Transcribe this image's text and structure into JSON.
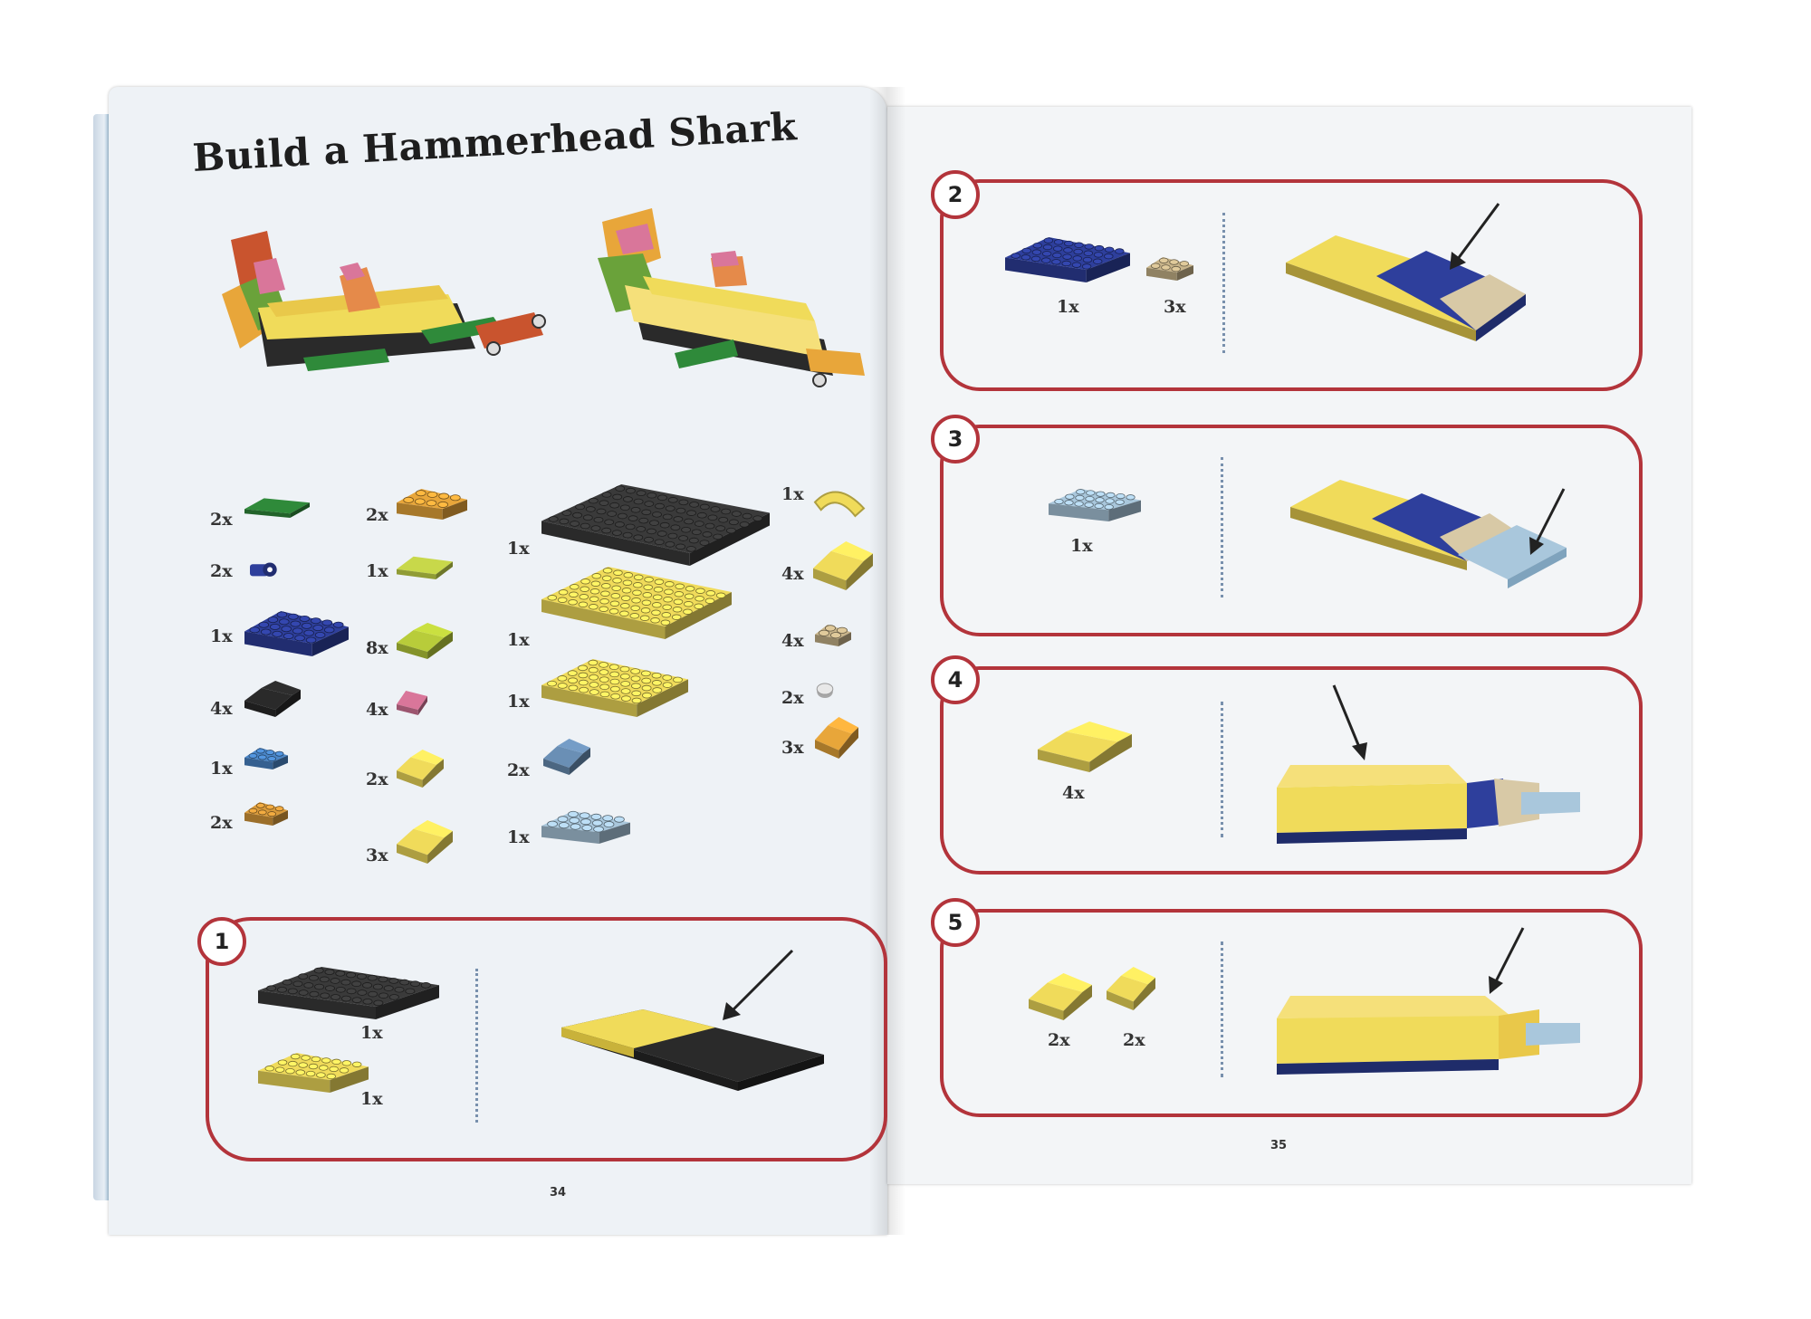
{
  "book": {
    "title": "Build a Hammerhead Shark",
    "left_page_number": "34",
    "right_page_number": "35"
  },
  "colors": {
    "step_border": "#b3343b",
    "yellow": "#f0db5a",
    "dark_gray": "#3a3a3a",
    "blue": "#2e3f9c",
    "tan": "#d8c9a6",
    "light_blue": "#a9c7dc",
    "green": "#2f8a3a",
    "orange": "#e8a63a",
    "lime": "#c8d84a",
    "pink": "#d9769a"
  },
  "parts": [
    {
      "qty": "2x",
      "icon": "green-tile-brick-icon",
      "color": "#2f8a3a"
    },
    {
      "qty": "2x",
      "icon": "blue-clip-brick-icon",
      "color": "#2e3f9c"
    },
    {
      "qty": "1x",
      "icon": "blue-plate-brick-icon",
      "color": "#2e3f9c"
    },
    {
      "qty": "4x",
      "icon": "black-slope-brick-icon",
      "color": "#2a2a2a"
    },
    {
      "qty": "1x",
      "icon": "blue-small-plate-brick-icon",
      "color": "#4a86c8"
    },
    {
      "qty": "2x",
      "icon": "orange-small-plate-brick-icon",
      "color": "#d99a3a"
    },
    {
      "qty": "2x",
      "icon": "orange-plate-brick-icon",
      "color": "#e8a63a"
    },
    {
      "qty": "1x",
      "icon": "lime-tile-brick-icon",
      "color": "#c8d84a"
    },
    {
      "qty": "8x",
      "icon": "lime-slope-brick-icon",
      "color": "#b8cc3a"
    },
    {
      "qty": "4x",
      "icon": "pink-tile-brick-icon",
      "color": "#d9769a"
    },
    {
      "qty": "2x",
      "icon": "yellow-slope-brick-icon",
      "color": "#f0db5a"
    },
    {
      "qty": "3x",
      "icon": "yellow-wedge-brick-icon",
      "color": "#f0db5a"
    },
    {
      "qty": "1x",
      "icon": "black-large-plate-brick-icon",
      "color": "#3a3a3a"
    },
    {
      "qty": "1x",
      "icon": "yellow-long-plate-brick-icon",
      "color": "#f0db5a"
    },
    {
      "qty": "1x",
      "icon": "yellow-plate-brick-icon",
      "color": "#f0db5a"
    },
    {
      "qty": "2x",
      "icon": "blue-gray-slope-brick-icon",
      "color": "#6a8fb5"
    },
    {
      "qty": "1x",
      "icon": "light-blue-plate-brick-icon",
      "color": "#a9c7dc"
    },
    {
      "qty": "1x",
      "icon": "yellow-arch-brick-icon",
      "color": "#f0db5a"
    },
    {
      "qty": "4x",
      "icon": "yellow-curved-slope-brick-icon",
      "color": "#f0db5a"
    },
    {
      "qty": "4x",
      "icon": "tan-small-plate-brick-icon",
      "color": "#c8b48a"
    },
    {
      "qty": "2x",
      "icon": "white-round-stud-brick-icon",
      "color": "#e8e8e8"
    },
    {
      "qty": "3x",
      "icon": "orange-slope-brick-icon",
      "color": "#e8a63a"
    }
  ],
  "steps": [
    {
      "number": "1",
      "parts": [
        {
          "qty": "1x",
          "icon": "black-large-plate-brick-icon"
        },
        {
          "qty": "1x",
          "icon": "yellow-plate-brick-icon"
        }
      ]
    },
    {
      "number": "2",
      "parts": [
        {
          "qty": "1x",
          "icon": "blue-plate-brick-icon"
        },
        {
          "qty": "3x",
          "icon": "tan-small-plate-brick-icon"
        }
      ]
    },
    {
      "number": "3",
      "parts": [
        {
          "qty": "1x",
          "icon": "light-blue-plate-brick-icon"
        }
      ]
    },
    {
      "number": "4",
      "parts": [
        {
          "qty": "4x",
          "icon": "yellow-curved-slope-brick-icon"
        }
      ]
    },
    {
      "number": "5",
      "parts": [
        {
          "qty": "2x",
          "icon": "yellow-slope-brick-icon"
        },
        {
          "qty": "2x",
          "icon": "yellow-wedge-brick-icon"
        }
      ]
    }
  ]
}
